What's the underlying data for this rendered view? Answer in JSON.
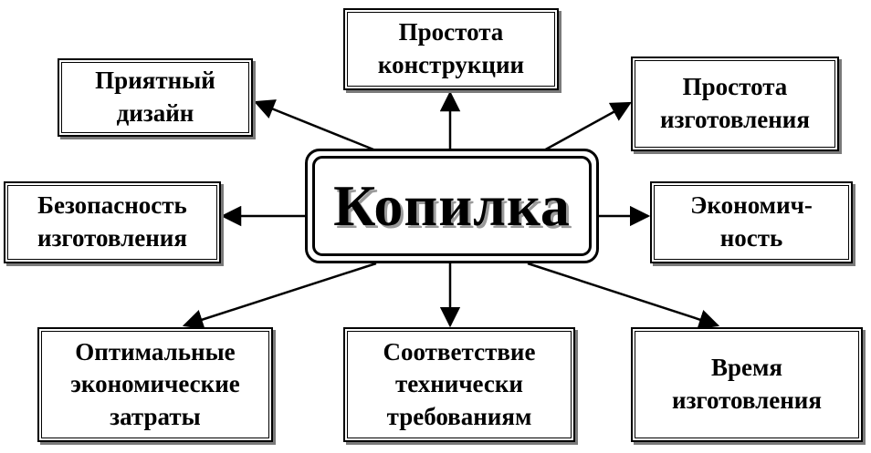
{
  "center": {
    "label": "Копилка"
  },
  "nodes": {
    "simplicity_construction": "Простота\nконструкции",
    "pleasant_design": "Приятный\nдизайн",
    "simplicity_manufacture": "Простота\nизготовления",
    "safety_manufacture": "Безопасность\nизготовления",
    "economy": "Экономич-\nность",
    "optimal_costs": "Оптимальные\nэкономические\nзатраты",
    "technical_requirements": "Соответствие\nтехнически\nтребованиям",
    "manufacture_time": "Время\nизготовления"
  },
  "colors": {
    "line": "#000000",
    "shadow": "#7a7a7a",
    "background": "#ffffff"
  }
}
